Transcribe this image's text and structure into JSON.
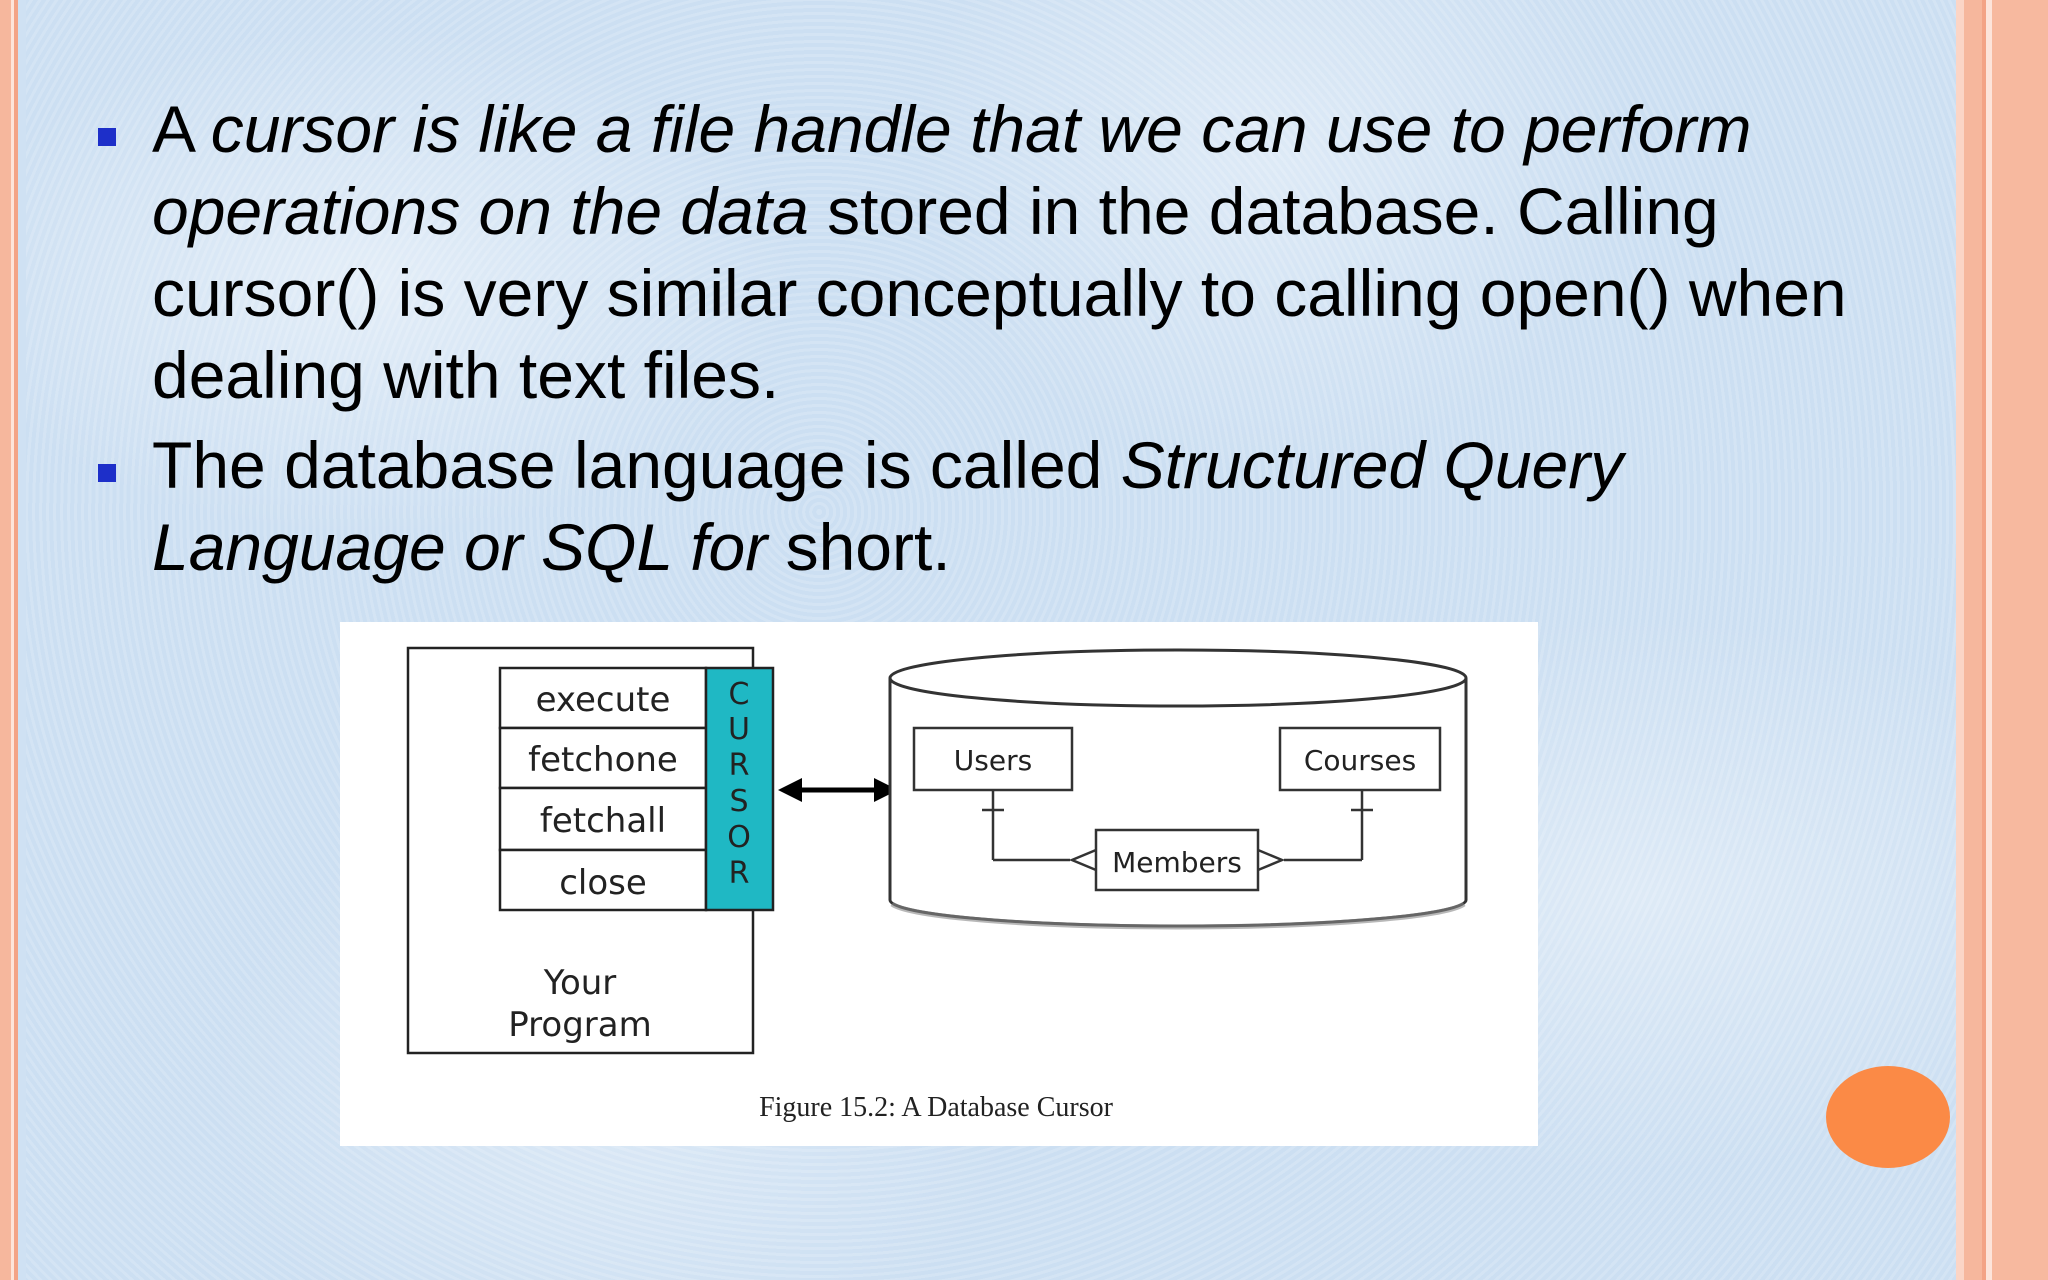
{
  "slide": {
    "bullets": [
      {
        "parts": [
          {
            "text": "A ",
            "italic": false
          },
          {
            "text": "cursor is like a file handle that we can use to perform operations on the data",
            "italic": true
          },
          {
            "text": " stored in the database. Calling cursor() is very similar conceptually to calling open() when dealing with text files.",
            "italic": false
          }
        ]
      },
      {
        "parts": [
          {
            "text": "The database language is called ",
            "italic": false
          },
          {
            "text": "Structured Query Language or SQL for",
            "italic": true
          },
          {
            "text": " short.",
            "italic": false
          }
        ]
      }
    ]
  },
  "figure": {
    "methods": [
      "execute",
      "fetchone",
      "fetchall",
      "close"
    ],
    "cursor_letters": [
      "C",
      "U",
      "R",
      "S",
      "O",
      "R"
    ],
    "program_line1": "Your",
    "program_line2": "Program",
    "tables": {
      "users": "Users",
      "courses": "Courses",
      "members": "Members"
    },
    "caption": "Figure 15.2: A Database Cursor"
  },
  "colors": {
    "background": "#cfe1f3",
    "bullet": "#1d2fc9",
    "cursor_fill": "#1fb8c4",
    "accent_dot": "#fb8a46",
    "frame": "#f6b79d"
  }
}
